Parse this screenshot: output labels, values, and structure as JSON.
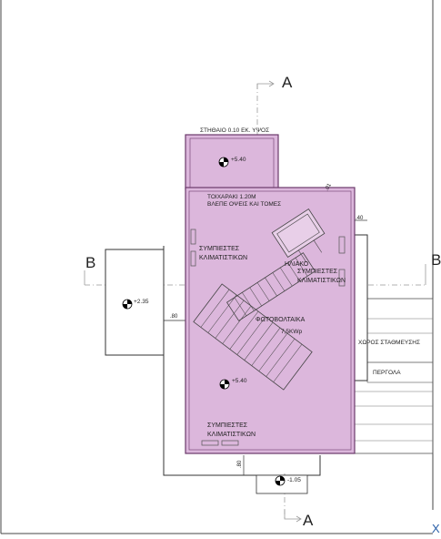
{
  "section_labels": {
    "a_top": "A",
    "a_bottom": "A",
    "b_left": "B",
    "b_right": "B"
  },
  "annotations": {
    "parapet": "ΣΤΗΘΑΙΟ 0.10 ΕΚ. ΥΨΟΣ",
    "wall_line1": "ΤΟΙΧΑΡΑΚΙ 1.20Μ",
    "wall_line2": "ΒΛΕΠΕ ΟΨΕΙΣ ΚΑΙ ΤΟΜΕΣ",
    "compressors_left_line1": "ΣΥΜΠΙΕΣΤΕΣ",
    "compressors_left_line2": "ΚΛΙΜΑΤΙΣΤΙΚΩΝ",
    "solar_line1": "ΗΛΙΑΚΟ",
    "compressors_right_line1": "ΣΥΜΠΙΕΣΤΕΣ",
    "compressors_right_line2": "ΚΛΙΜΑΤΙΣΤΙΚΩΝ",
    "pv_line1": "ΦΩΤΟΒΟΛΤΑΙΚΑ",
    "pv_line2": "7,5KWp",
    "compressors_bottom_line1": "ΣΥΜΠΙΕΣΤΕΣ",
    "compressors_bottom_line2": "ΚΛΙΜΑΤΙΣΤΙΚΩΝ",
    "parking": "ΧΩΡΟΣ ΣΤΑΘΜΕΥΣΗΣ",
    "pergola": "ΠΕΡΓΟΛΑ",
    "corner_x": "X"
  },
  "levels": {
    "upper_roof": "+5.40",
    "main_roof": "+5.40",
    "left_terrace": "+2.35",
    "entrance": "-1.05"
  },
  "dimensions": {
    "d40": ".40",
    "d80_left": ".80",
    "d80_bottom": ".80",
    "d01": ".01"
  },
  "colors": {
    "roof_fill": "#dcb7dc",
    "roof_stroke": "#6b3a6b",
    "line": "#333333",
    "guide": "#999999",
    "corner_mark": "#2a5fa8"
  }
}
